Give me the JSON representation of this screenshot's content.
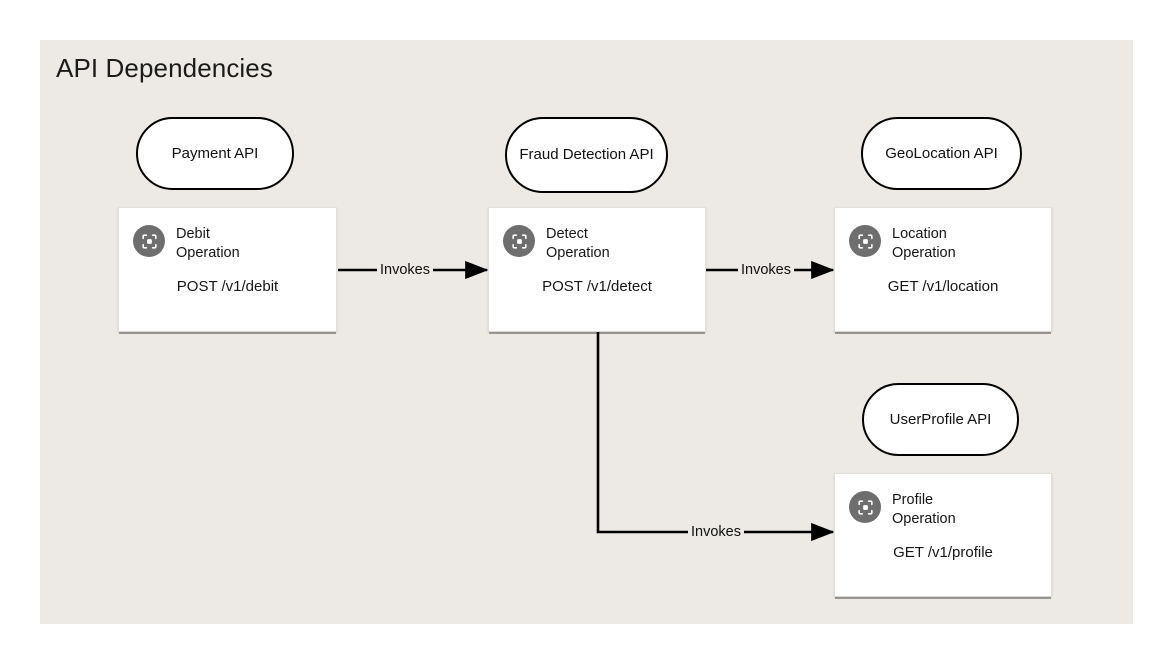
{
  "panel": {
    "title": "API Dependencies",
    "background_color": "#EDEAE6",
    "page_background_color": "#FFFFFF"
  },
  "icon": {
    "name": "scan-focus-icon",
    "circle_color": "#6E6E6E",
    "glyph_color": "#FFFFFF"
  },
  "nodes": [
    {
      "id": "payment",
      "api_label": "Payment API",
      "operation_name": "Debit\nOperation",
      "operation_line1": "Debit",
      "operation_line2": "Operation",
      "path": "POST /v1/debit",
      "method": "POST"
    },
    {
      "id": "fraud",
      "api_label": "Fraud Detection API",
      "operation_name": "Detect\nOperation",
      "operation_line1": "Detect",
      "operation_line2": "Operation",
      "path": "POST /v1/detect",
      "method": "POST"
    },
    {
      "id": "geolocation",
      "api_label": "GeoLocation API",
      "operation_name": "Location\nOperation",
      "operation_line1": "Location",
      "operation_line2": "Operation",
      "path": "GET /v1/location",
      "method": "GET"
    },
    {
      "id": "userprofile",
      "api_label": "UserProfile API",
      "operation_name": "Profile\nOperation",
      "operation_line1": "Profile",
      "operation_line2": "Operation",
      "path": "GET /v1/profile",
      "method": "GET"
    }
  ],
  "edges": [
    {
      "id": "payment-to-fraud",
      "label": "Invokes",
      "from": "payment",
      "to": "fraud"
    },
    {
      "id": "fraud-to-geolocation",
      "label": "Invokes",
      "from": "fraud",
      "to": "geolocation"
    },
    {
      "id": "fraud-to-userprofile",
      "label": "Invokes",
      "from": "fraud",
      "to": "userprofile"
    }
  ],
  "edge_color": "#000000"
}
